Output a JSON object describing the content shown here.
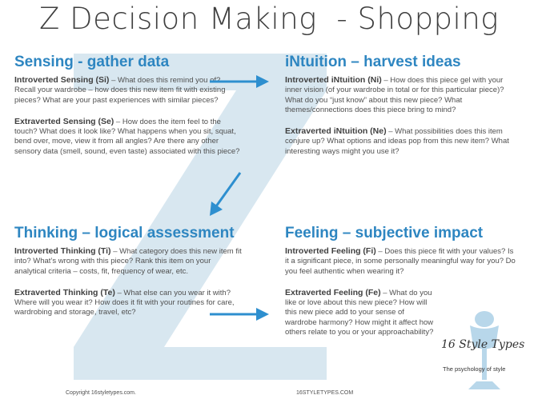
{
  "title": "Z Decision Making  - Shopping",
  "colors": {
    "accent": "#2e86c1",
    "z_fill": "#d6e6ef",
    "arrow": "#2e8fcf"
  },
  "sensing": {
    "heading": "Sensing - gather data",
    "si_label": "Introverted Sensing (Si)",
    "si_text": " – What does this remind you of?  Recall your wardrobe – how does this new item fit with existing pieces? What are your past experiences with similar pieces?",
    "se_label": "Extraverted Sensing (Se)",
    "se_text": " – How does the item feel to the touch?  What does it look like? What happens when you sit, squat, bend over, move, view it from all angles? Are there any other sensory data (smell, sound, even taste) associated with this piece?"
  },
  "intuition": {
    "heading": "iNtuition – harvest ideas",
    "ni_label": "Introverted iNtuition (Ni)",
    "ni_text": " – How does this piece gel with your inner vision (of your wardrobe in total or for this particular piece)? What do you “just know” about this new piece? What themes/connections does this piece bring to mind?",
    "ne_label": "Extraverted iNtuition (Ne)",
    "ne_text": " – What possibilities does this item conjure up? What options and ideas pop from this new item? What interesting ways might you use it?"
  },
  "thinking": {
    "heading": "Thinking – logical assessment",
    "ti_label": "Introverted Thinking (Ti)",
    "ti_text": " – What category does this new item fit into?  What’s wrong with this piece? Rank this item on your analytical criteria – costs, fit, frequency of wear, etc.",
    "te_label": "Extraverted Thinking (Te)",
    "te_text": " – What else can you wear it with?  Where will you wear it? How does it fit with your routines for care, wardrobing and storage, travel, etc?"
  },
  "feeling": {
    "heading": "Feeling – subjective impact",
    "fi_label": "Introverted Feeling (Fi)",
    "fi_text": " – Does this piece fit with your values?  Is it a significant piece, in some personally meaningful way for you?  Do you feel authentic when wearing it?",
    "fe_label": "Extraverted Feeling (Fe)",
    "fe_text": " – What do you like or love about  this new piece? How will this new piece add to your sense of wardrobe harmony? How might it affect how others relate to you or your approachability?"
  },
  "logo": {
    "name": "16 Style Types",
    "tagline": "The psychology of style"
  },
  "footer": {
    "copyright": "Copyright 16styletypes.com.",
    "site": "16STYLETYPES.COM"
  }
}
